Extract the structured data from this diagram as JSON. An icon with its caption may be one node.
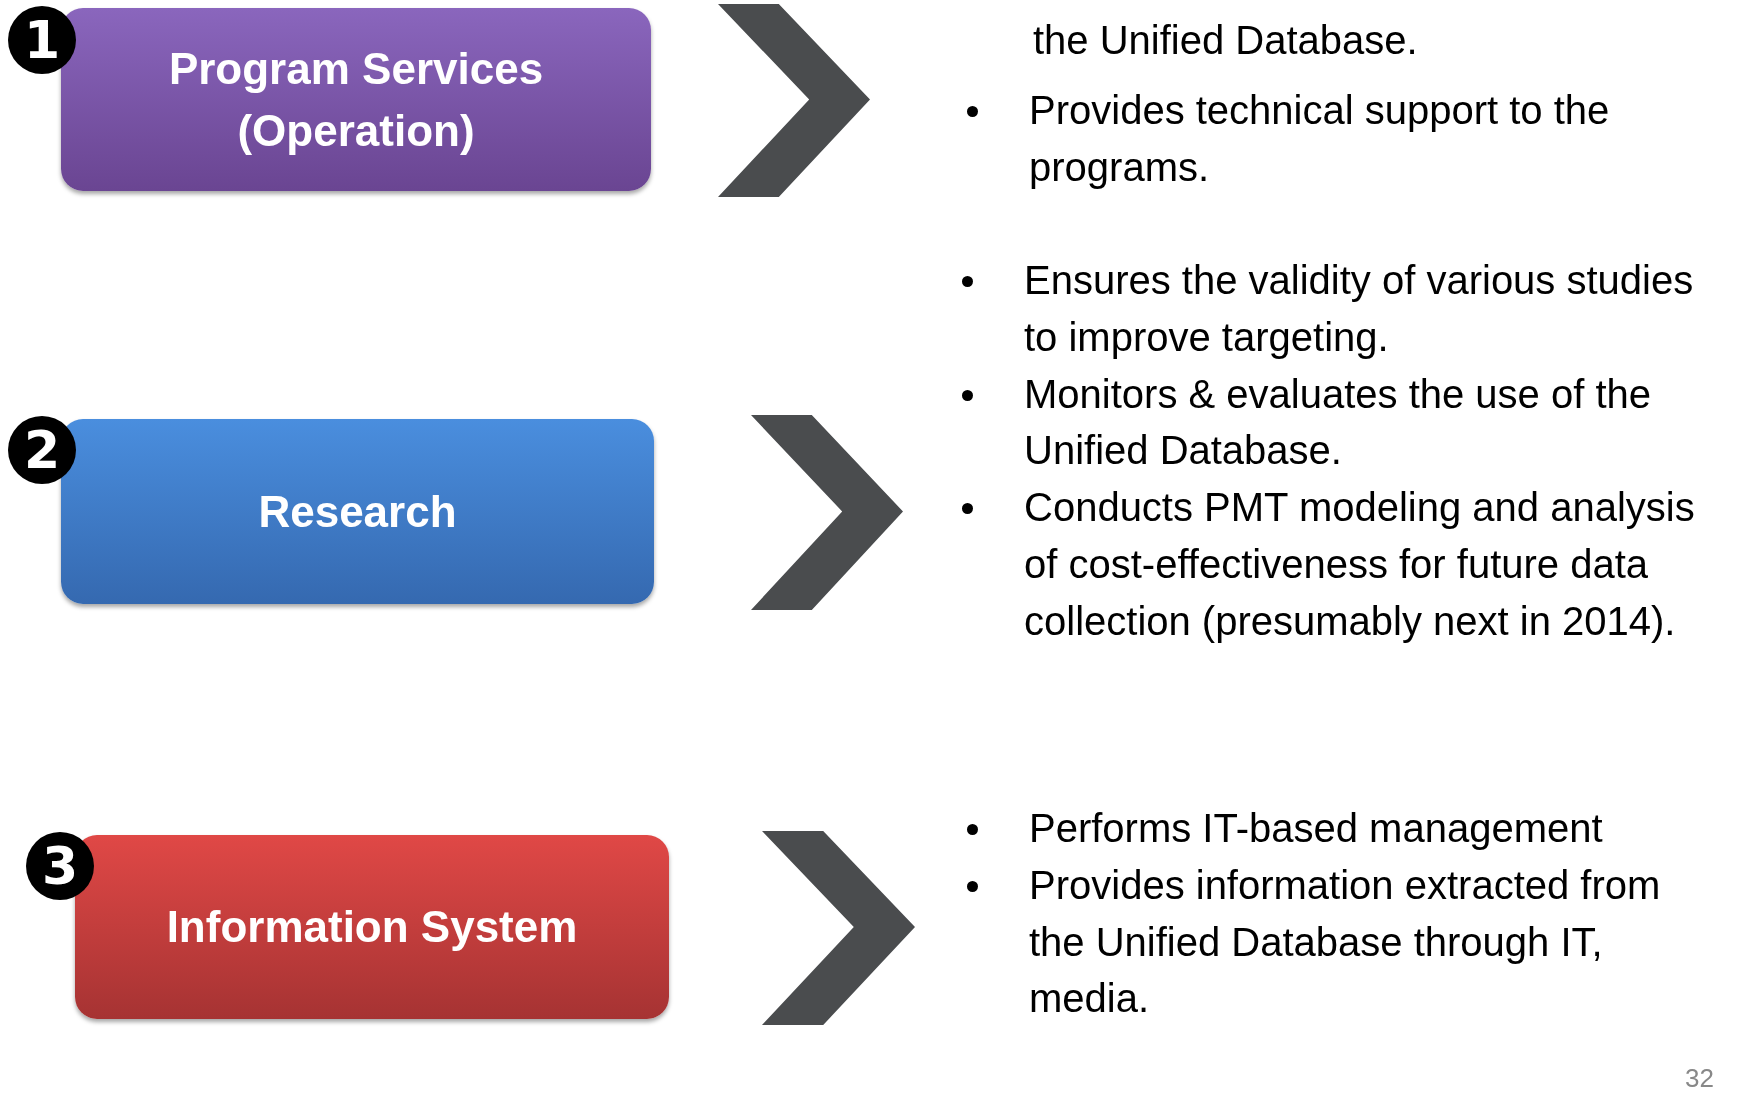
{
  "diagram": {
    "nodes": [
      {
        "text": [
          "Program Services (Operation)"
        ],
        "beside": [
          "1"
        ]
      },
      {
        "text": [
          "Research"
        ],
        "beside": [
          "2"
        ]
      },
      {
        "text": [
          "Information System"
        ],
        "beside": [
          "3"
        ]
      },
      {
        "text": [
          "Provides technical support to the programs."
        ]
      },
      {
        "text": [
          "Ensures the validity of various studies to improve targeting.",
          "Monitors & evaluates the use of the Unified Database.",
          "Conducts PMT modeling and analysis of cost-effectiveness for future data collection (presumably next in 2014)."
        ]
      },
      {
        "text": [
          "Performs IT-based management",
          "Provides information extracted from the Unified Database through IT, media."
        ]
      }
    ],
    "edges": [
      {
        "from": 0,
        "to": 3,
        "arrow": "to"
      },
      {
        "from": 1,
        "to": 4,
        "arrow": "to"
      },
      {
        "from": 2,
        "to": 5,
        "arrow": "to"
      }
    ],
    "labels": [
      "the Unified Database.",
      "32"
    ]
  }
}
